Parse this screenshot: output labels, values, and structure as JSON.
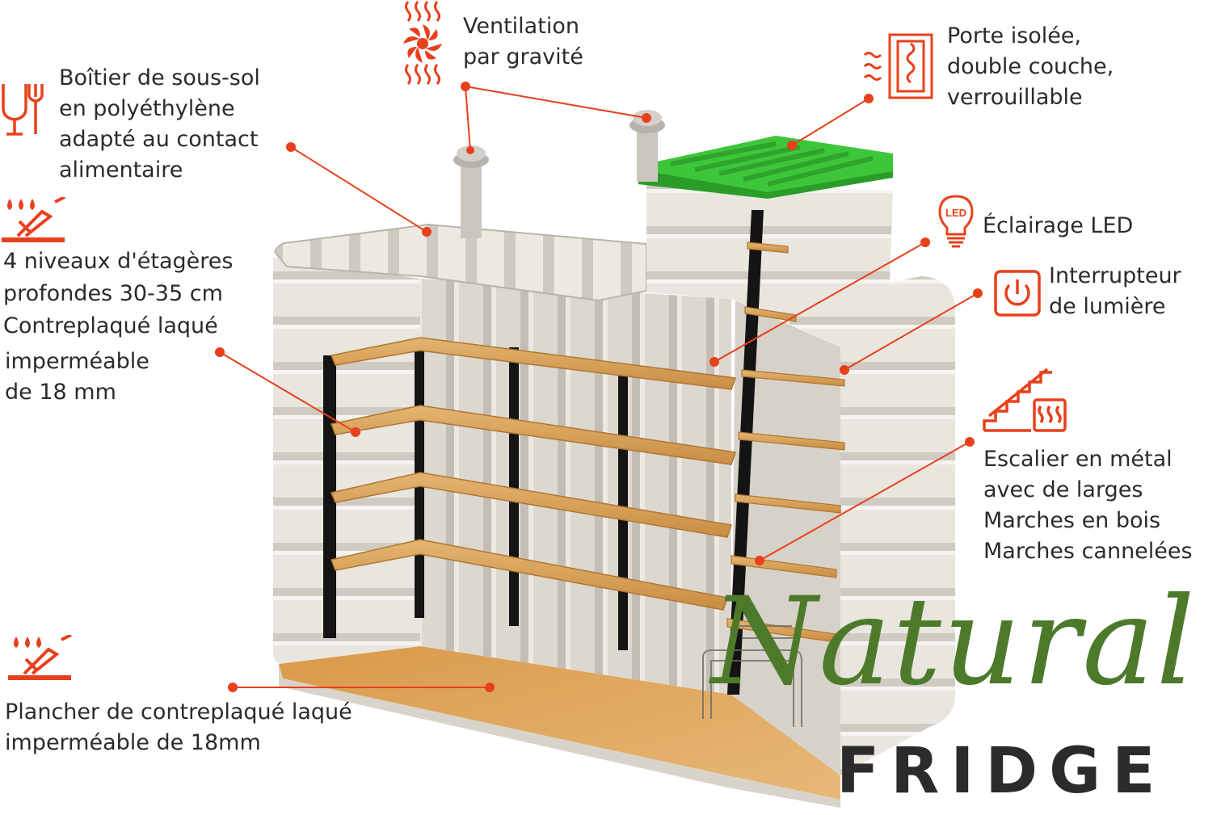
{
  "labels": {
    "ventilation": [
      "Ventilation",
      "par gravité"
    ],
    "door": [
      "Porte isolée,",
      "double couche,",
      "verrouillable"
    ],
    "housing": [
      "Boîtier de sous-sol",
      "en polyéthylène",
      "adapté au contact",
      "alimentaire"
    ],
    "shelves": [
      "4 niveaux d'étagères",
      "profondes 30-35 cm",
      "Contreplaqué laqué"
    ],
    "shelves_material": [
      "imperméable",
      "de 18 mm"
    ],
    "lighting": [
      "Éclairage LED"
    ],
    "switch": [
      "Interrupteur",
      "de lumière"
    ],
    "stairs": [
      "Escalier en métal",
      "avec de larges",
      "Marches en bois",
      "Marches cannelées"
    ],
    "floor": [
      "Plancher de contreplaqué laqué",
      "imperméable de 18mm"
    ]
  },
  "icons": {
    "ventilation": "fan-heat-icon",
    "door": "insulated-door-icon",
    "housing": "food-safe-icon",
    "shelves": "waterproof-icon",
    "lighting": "led-bulb-icon",
    "switch": "power-switch-icon",
    "stairs": "stairs-heat-icon",
    "floor": "waterproof-icon"
  },
  "logo": {
    "script": "Natural",
    "word": "FRIDGE"
  },
  "colors": {
    "accent": "#e8401c",
    "lid": "#3ec63a",
    "wood": "#d9a35a",
    "wall": "#e6e3dd",
    "frame": "#141414",
    "logo_green": "#4d7a2a",
    "logo_dark": "#2b2b2b"
  }
}
